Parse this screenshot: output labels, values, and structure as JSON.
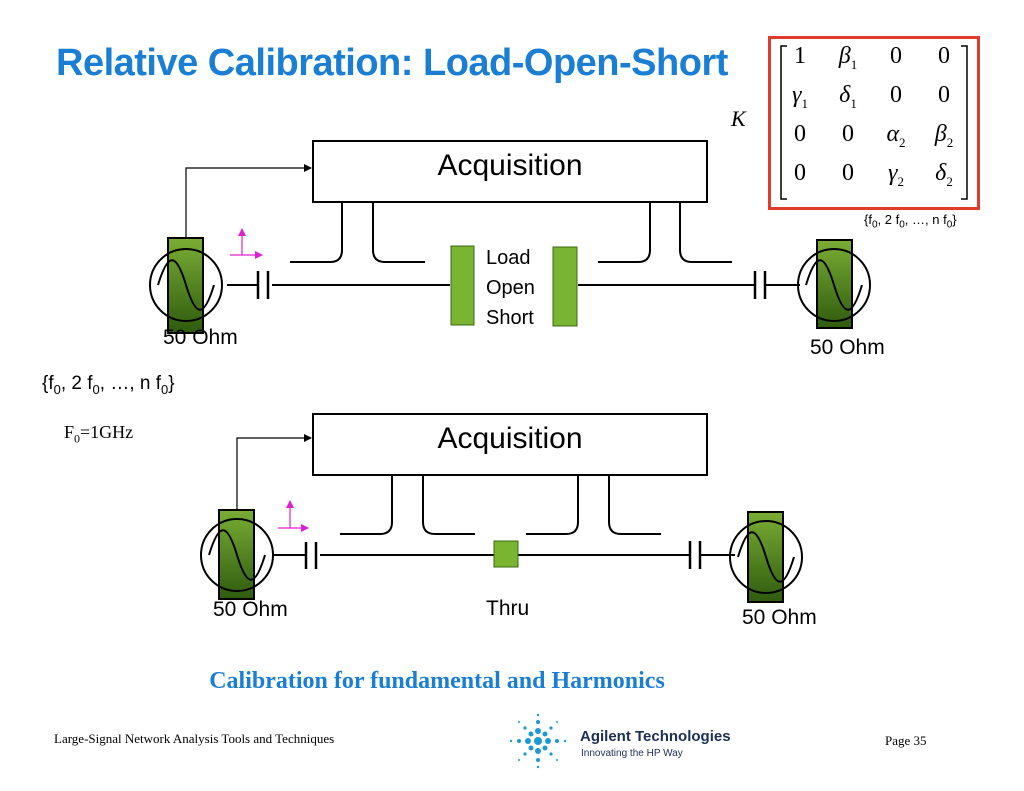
{
  "slide": {
    "title": "Relative Calibration: Load-Open-Short",
    "caption": "Calibration for fundamental and Harmonics",
    "footer_left": "Large-Signal Network Analysis Tools and Techniques",
    "footer_right": "Page 35"
  },
  "diagram_top": {
    "acquisition_label": "Acquisition",
    "left_impedance": "50 Ohm",
    "right_impedance": "50 Ohm",
    "standards": [
      "Load",
      "Open",
      "Short"
    ]
  },
  "diagram_bottom": {
    "acquisition_label": "Acquisition",
    "left_impedance": "50 Ohm",
    "right_impedance": "50 Ohm",
    "thru_label": "Thru"
  },
  "frequency": {
    "set_prefix": "{f",
    "sub0": "0",
    "mid1": ", 2 f",
    "mid2": ", …, n f",
    "suffix": "}",
    "fund_prefix": "F",
    "fund_suffix": "=1GHz"
  },
  "matrix": {
    "label": "K",
    "rows": [
      [
        {
          "s": "1",
          "sub": ""
        },
        {
          "s": "β",
          "sub": "1"
        },
        {
          "s": "0",
          "sub": ""
        },
        {
          "s": "0",
          "sub": ""
        }
      ],
      [
        {
          "s": "γ",
          "sub": "1"
        },
        {
          "s": "δ",
          "sub": "1"
        },
        {
          "s": "0",
          "sub": ""
        },
        {
          "s": "0",
          "sub": ""
        }
      ],
      [
        {
          "s": "0",
          "sub": ""
        },
        {
          "s": "0",
          "sub": ""
        },
        {
          "s": "α",
          "sub": "2"
        },
        {
          "s": "β",
          "sub": "2"
        }
      ],
      [
        {
          "s": "0",
          "sub": ""
        },
        {
          "s": "0",
          "sub": ""
        },
        {
          "s": "γ",
          "sub": "2"
        },
        {
          "s": "δ",
          "sub": "2"
        }
      ]
    ]
  },
  "logo": {
    "name": "Agilent Technologies",
    "tagline": "Innovating the HP Way"
  },
  "colors": {
    "title_blue": "#1a7fd4",
    "matrix_border": "#e23b2e",
    "source_green_dark": "#2e5b0e",
    "source_green_light": "#7aad35",
    "standard_green": "#7ab532",
    "arrow_magenta": "#e020d0"
  }
}
